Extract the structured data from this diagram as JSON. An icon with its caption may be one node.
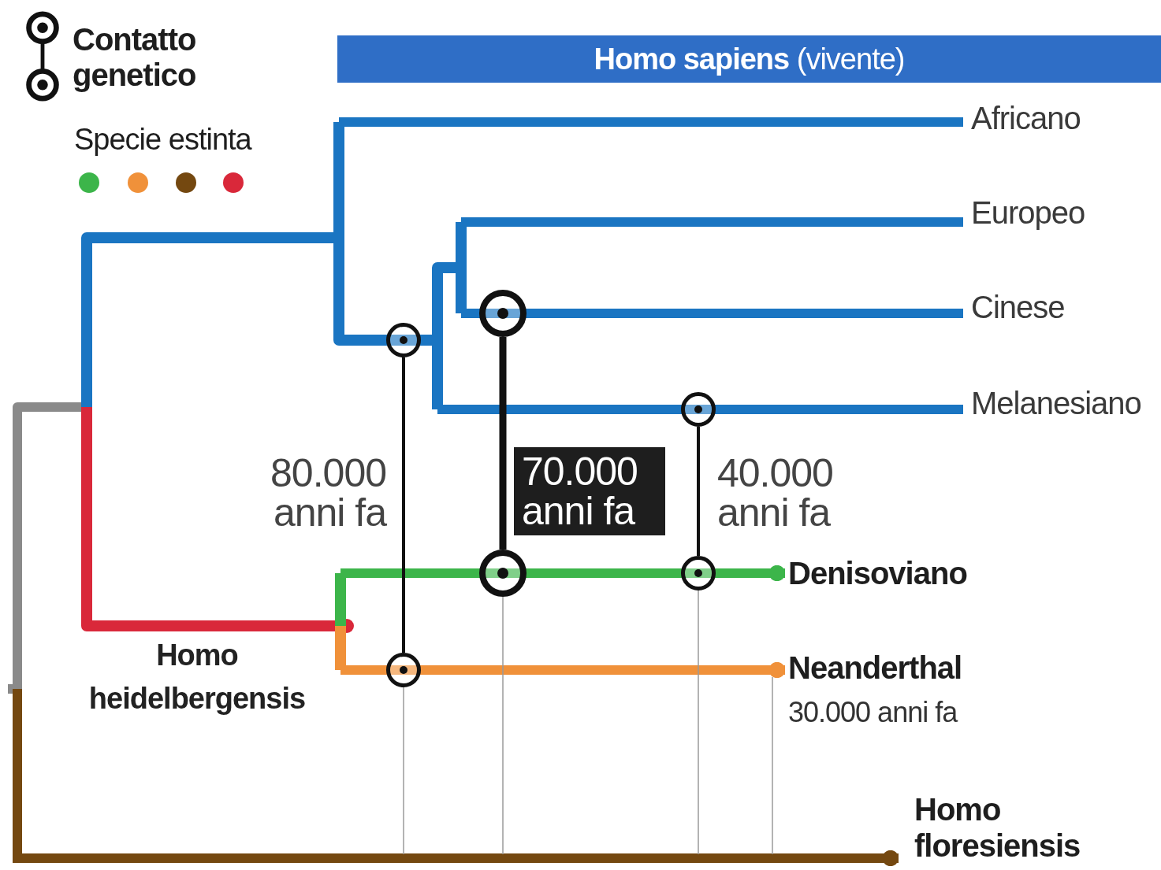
{
  "diagram": {
    "title": "**Homo sapiens** (vivente)",
    "nodes": [
      {
        "text": [
          "Africano"
        ]
      },
      {
        "text": [
          "Europeo"
        ]
      },
      {
        "text": [
          "Cinese"
        ]
      },
      {
        "text": [
          "Melanesiano"
        ]
      },
      {
        "text": [
          "Denisoviano"
        ]
      },
      {
        "text": [
          "Neanderthal"
        ],
        "beside": [
          "30.000 anni fa"
        ]
      },
      {
        "text": [
          "Homo floresiensis"
        ]
      },
      {
        "text": [],
        "shape": "circle"
      },
      {
        "text": [],
        "shape": "circle"
      },
      {
        "text": [],
        "shape": "circle"
      },
      {
        "text": [],
        "shape": "circle"
      },
      {
        "text": [],
        "shape": "circle"
      },
      {
        "text": [],
        "shape": "circle"
      }
    ],
    "edges": [
      {
        "from": null,
        "to": 0,
        "arrow": "none",
        "color": "#1a75c2"
      },
      {
        "from": null,
        "to": 1,
        "arrow": "none",
        "color": "#1a75c2"
      },
      {
        "from": null,
        "to": 2,
        "arrow": "none",
        "color": "#1a75c2"
      },
      {
        "from": null,
        "to": 3,
        "arrow": "none",
        "color": "#1a75c2"
      },
      {
        "from": null,
        "to": 4,
        "arrow": "other",
        "color": "#3cb54a"
      },
      {
        "from": null,
        "to": 5,
        "arrow": "other",
        "color": "#f0913a"
      },
      {
        "from": null,
        "to": 6,
        "arrow": "other",
        "color": "#744810"
      },
      {
        "from": 7,
        "to": 12,
        "arrow": "none",
        "label": "80.000 anni fa",
        "color": "#111111"
      },
      {
        "from": 8,
        "to": 10,
        "arrow": "none",
        "label": "70.000 anni fa",
        "color": "#111111"
      },
      {
        "from": 9,
        "to": 11,
        "arrow": "none",
        "label": "40.000 anni fa",
        "color": "#111111"
      },
      {
        "from": 12,
        "to": null,
        "arrow": "none",
        "color": "#9a9a9a"
      },
      {
        "from": 10,
        "to": null,
        "arrow": "none",
        "color": "#9a9a9a"
      },
      {
        "from": 11,
        "to": null,
        "arrow": "none",
        "color": "#9a9a9a"
      },
      {
        "from": 5,
        "to": null,
        "arrow": "none",
        "color": "#9a9a9a"
      }
    ],
    "labels": [
      "Homo heidelbergensis"
    ],
    "legend": [
      {
        "text": "Contatto genetico"
      },
      {
        "text": "Specie estinta"
      }
    ]
  }
}
